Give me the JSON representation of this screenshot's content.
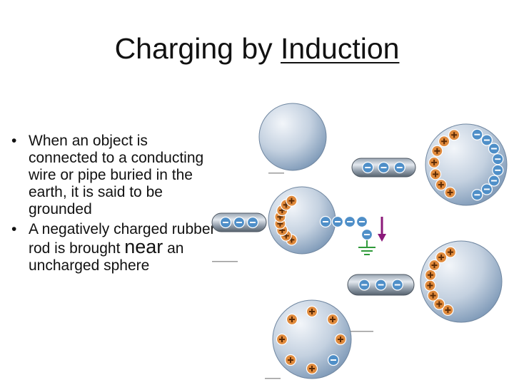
{
  "slide": {
    "title_lead": "Charging by ",
    "title_key": "Induction",
    "bullets": [
      {
        "bullet": "•",
        "text": "When an object is connected to a conducting wire or pipe buried in the earth, it is said to be grounded"
      },
      {
        "bullet": "•",
        "text_before": "A negatively charged rubber rod is brought ",
        "emphasis": "near",
        "text_after": " an uncharged sphere"
      }
    ]
  },
  "figure": {
    "colors": {
      "sphere_light": "#e9eef4",
      "sphere_dark": "#7f9ab8",
      "rod_light": "#d6dde6",
      "rod_dark": "#5c6a78",
      "positive_charge": "#e08a3c",
      "negative_charge": "#4f8fc8",
      "ground_wire": "#2f9a3a",
      "arrow": "#8b1a7a"
    },
    "icons": [
      "plus-charge-icon",
      "minus-charge-icon",
      "ground-symbol-icon",
      "down-arrow-icon"
    ]
  }
}
